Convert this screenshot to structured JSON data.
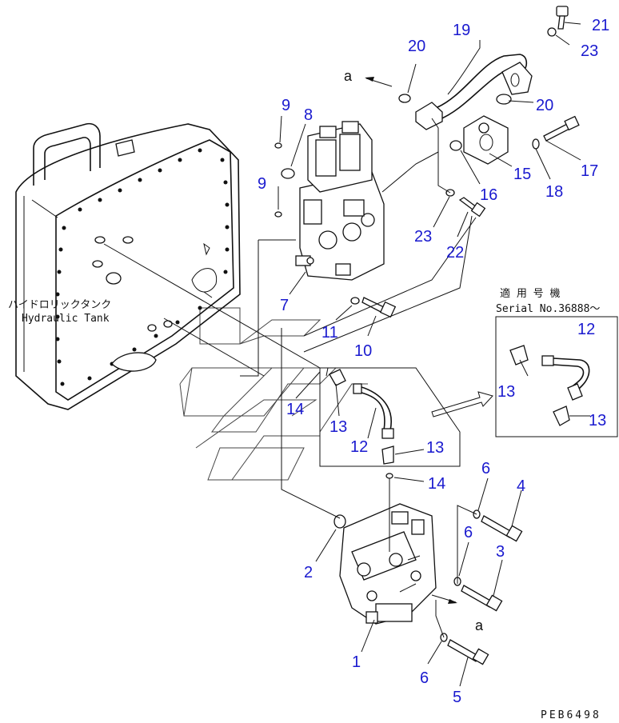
{
  "labels": {
    "tank_jp": "ハイドロリックタンク",
    "tank_en": "Hydraulic Tank",
    "serial_jp": "適 用 号 機",
    "serial_en": "Serial No.36888～",
    "arrow_a_top": "a",
    "arrow_a_bottom": "a",
    "drawing_code": "PEB6498"
  },
  "callouts": [
    {
      "id": "c21",
      "text": "21"
    },
    {
      "id": "c19",
      "text": "19"
    },
    {
      "id": "c20a",
      "text": "20"
    },
    {
      "id": "c23a",
      "text": "23"
    },
    {
      "id": "c20b",
      "text": "20"
    },
    {
      "id": "c9a",
      "text": "9"
    },
    {
      "id": "c8",
      "text": "8"
    },
    {
      "id": "c17",
      "text": "17"
    },
    {
      "id": "c15",
      "text": "15"
    },
    {
      "id": "c18",
      "text": "18"
    },
    {
      "id": "c16",
      "text": "16"
    },
    {
      "id": "c9b",
      "text": "9"
    },
    {
      "id": "c23b",
      "text": "23"
    },
    {
      "id": "c22",
      "text": "22"
    },
    {
      "id": "c7",
      "text": "7"
    },
    {
      "id": "c11",
      "text": "11"
    },
    {
      "id": "c10",
      "text": "10"
    },
    {
      "id": "c12a",
      "text": "12"
    },
    {
      "id": "c13a",
      "text": "13"
    },
    {
      "id": "c13b",
      "text": "13"
    },
    {
      "id": "c14a",
      "text": "14"
    },
    {
      "id": "c13c",
      "text": "13"
    },
    {
      "id": "c12b",
      "text": "12"
    },
    {
      "id": "c13d",
      "text": "13"
    },
    {
      "id": "c14b",
      "text": "14"
    },
    {
      "id": "c6a",
      "text": "6"
    },
    {
      "id": "c4",
      "text": "4"
    },
    {
      "id": "c6b",
      "text": "6"
    },
    {
      "id": "c3",
      "text": "3"
    },
    {
      "id": "c2",
      "text": "2"
    },
    {
      "id": "c1",
      "text": "1"
    },
    {
      "id": "c6c",
      "text": "6"
    },
    {
      "id": "c5",
      "text": "5"
    }
  ],
  "colors": {
    "callout": "#1a1acf",
    "line": "#111111",
    "background": "#ffffff"
  }
}
